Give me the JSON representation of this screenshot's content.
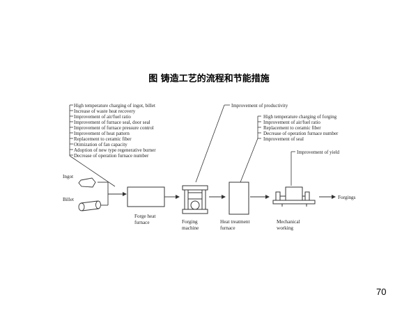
{
  "title": "图   铸造工艺的流程和节能措施",
  "page_number": "70",
  "furnace_measures": [
    "High temperature charging of ingot, billet",
    "Increase of waste heat recovery",
    "Improvement of air/fuel ratio",
    "Improvement of furnace seal, door seal",
    "Improvement of furnace pressure control",
    "Improvement of heat pattern",
    "Replacement to ceramic fiber",
    "Otimization of fan capacity",
    "Adoption of new type regenerative burner",
    "Decrease of operation furnace number"
  ],
  "forging_measure": "Improvement of productivity",
  "heat_treatment_measures": [
    "High temperature charging of forging",
    "Improvement of air/fuel ratio",
    "Replacement to ceramic fiber",
    "Decrease of operation furnace number",
    "Improvement of seal"
  ],
  "machining_measure": "Improvement of yield",
  "inputs": {
    "ingot": "Ingot",
    "billet": "Billet"
  },
  "stages": {
    "forge_furnace": [
      "Forge heat",
      "furnace"
    ],
    "forging_machine": [
      "Forging",
      "machine"
    ],
    "heat_treatment": [
      "Heat treatment",
      "furnace"
    ],
    "mechanical": [
      "Mechanical",
      "working"
    ]
  },
  "output": "Forgings"
}
